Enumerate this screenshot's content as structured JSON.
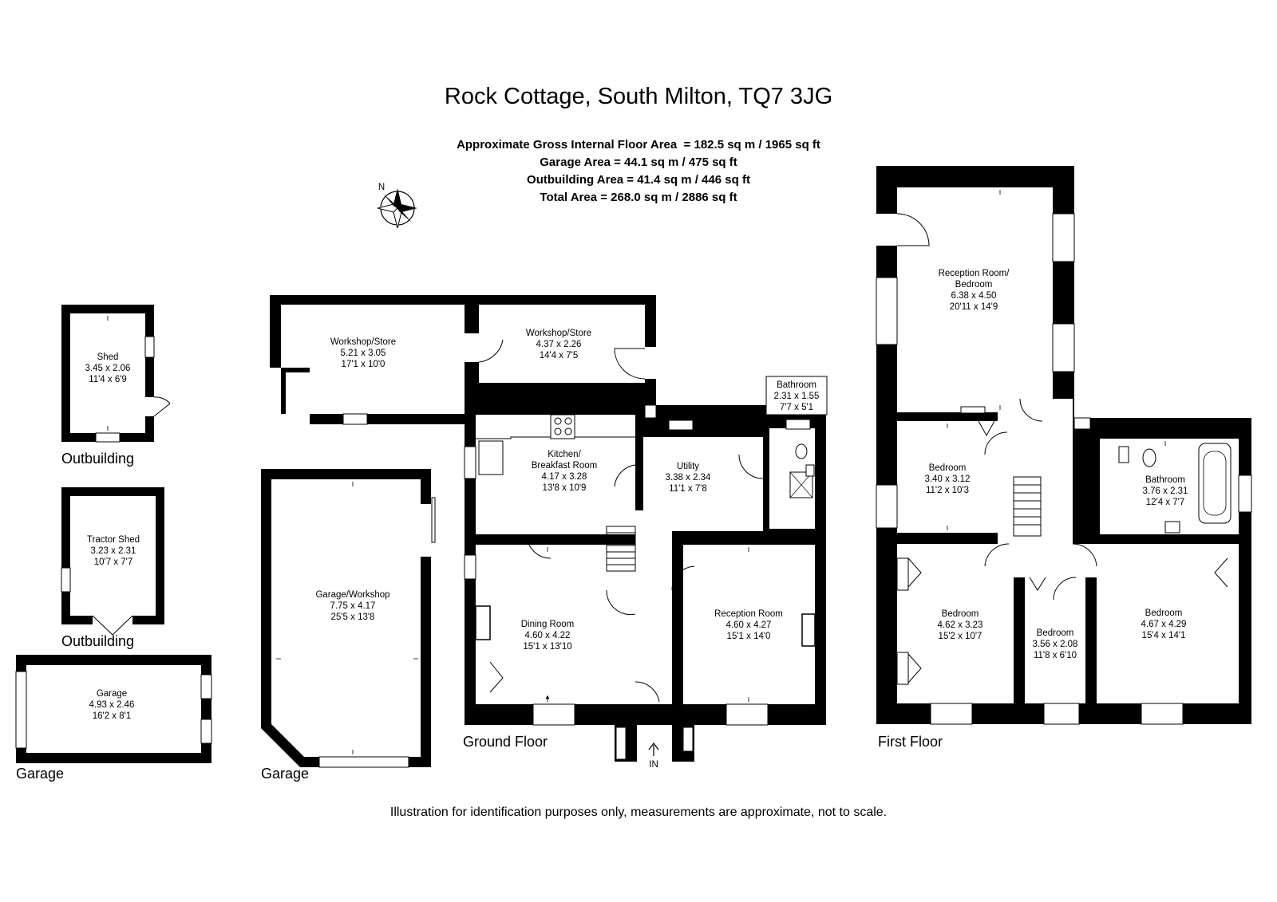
{
  "title": "Rock Cottage, South Milton, TQ7 3JG",
  "areas": [
    "Approximate Gross Internal Floor Area  = 182.5 sq m / 1965 sq ft",
    "Garage Area = 44.1 sq m / 475 sq ft",
    "Outbuilding Area = 41.4 sq m / 446 sq ft",
    "Total Area = 268.0 sq m / 2886 sq ft"
  ],
  "compass_label": "N",
  "entrance_label": "IN",
  "footer": "Illustration for identification purposes only, measurements are approximate, not to scale.",
  "captions": {
    "outbuilding_shed": "Outbuilding",
    "outbuilding_tractor": "Outbuilding",
    "garage_small": "Garage",
    "garage_workshop": "Garage",
    "ground_floor": "Ground Floor",
    "first_floor": "First Floor"
  },
  "rooms": {
    "shed": [
      "Shed",
      "3.45 x 2.06",
      "11'4 x 6'9"
    ],
    "tractor_shed": [
      "Tractor Shed",
      "3.23 x 2.31",
      "10'7 x 7'7"
    ],
    "garage_small": [
      "Garage",
      "4.93 x 2.46",
      "16'2 x 8'1"
    ],
    "garage_workshop": [
      "Garage/Workshop",
      "7.75 x 4.17",
      "25'5 x 13'8"
    ],
    "workshop_store_1": [
      "Workshop/Store",
      "5.21 x 3.05",
      "17'1 x 10'0"
    ],
    "workshop_store_2": [
      "Workshop/Store",
      "4.37 x 2.26",
      "14'4 x 7'5"
    ],
    "kitchen": [
      "Kitchen/",
      "Breakfast Room",
      "4.17 x 3.28",
      "13'8 x 10'9"
    ],
    "utility": [
      "Utility",
      "3.38 x 2.34",
      "11'1 x 7'8"
    ],
    "bathroom_ground": [
      "Bathroom",
      "2.31 x 1.55",
      "7'7 x 5'1"
    ],
    "dining_room": [
      "Dining Room",
      "4.60 x 4.22",
      "15'1 x 13'10"
    ],
    "reception_room": [
      "Reception Room",
      "4.60 x 4.27",
      "15'1 x 14'0"
    ],
    "reception_bedroom": [
      "Reception Room/",
      "Bedroom",
      "6.38 x 4.50",
      "20'11 x 14'9"
    ],
    "bedroom_1": [
      "Bedroom",
      "3.40 x 3.12",
      "11'2 x 10'3"
    ],
    "bathroom_first": [
      "Bathroom",
      "3.76 x 2.31",
      "12'4 x 7'7"
    ],
    "bedroom_2": [
      "Bedroom",
      "4.62 x 3.23",
      "15'2 x 10'7"
    ],
    "bedroom_3": [
      "Bedroom",
      "3.56 x 2.08",
      "11'8 x 6'10"
    ],
    "bedroom_4": [
      "Bedroom",
      "4.67 x 4.29",
      "15'4 x 14'1"
    ]
  }
}
